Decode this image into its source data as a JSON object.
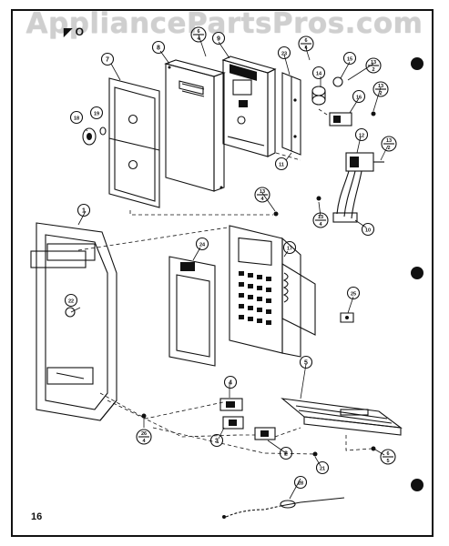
{
  "watermark": "AppliancePartsPros.com",
  "sheet_code": "◤ O",
  "page_number": "16",
  "callouts": {
    "c1": "1",
    "c2": "2",
    "c3": "3",
    "c4": "4",
    "c5": "5",
    "c7": "7",
    "c8": "8",
    "c9": "9",
    "c10": "10",
    "c11": "11",
    "c12": "12",
    "c14": "14",
    "c15": "15",
    "c16": "16",
    "c17": "17",
    "c18": "18",
    "c19": "19",
    "c21": "21",
    "c22": "22",
    "c23": "23",
    "c24": "24",
    "c25": "25",
    "c28": "28"
  },
  "fraction_callouts": {
    "f6_4": [
      "6",
      "4"
    ],
    "f6_5": [
      "6",
      "5"
    ],
    "f13_4a": [
      "13",
      "4"
    ],
    "f13_4b": [
      "13",
      "4"
    ],
    "f13_2a": [
      "13",
      "2"
    ],
    "f13_2b": [
      "13",
      "2"
    ],
    "f13_2c": [
      "13",
      "2"
    ],
    "f26_4": [
      "26",
      "4"
    ]
  }
}
